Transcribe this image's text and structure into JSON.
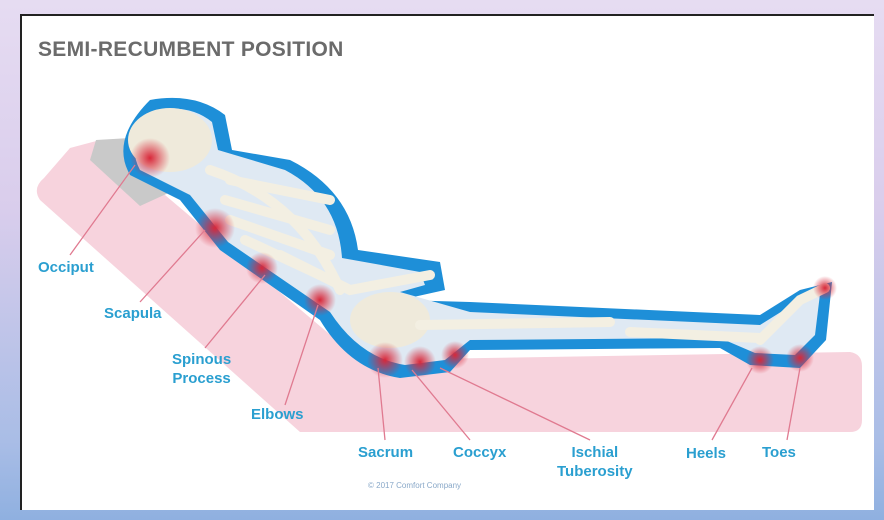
{
  "title": "SEMI-RECUMBENT POSITION",
  "labels": {
    "occiput": "Occiput",
    "scapula": "Scapula",
    "spinous_line1": "Spinous",
    "spinous_line2": "Process",
    "elbows": "Elbows",
    "sacrum": "Sacrum",
    "coccyx": "Coccyx",
    "ischial_line1": "Ischial",
    "ischial_line2": "Tuberosity",
    "heels": "Heels",
    "toes": "Toes"
  },
  "copyright": "© 2017 Comfort Company",
  "colors": {
    "label": "#2a9fd0",
    "body_outline": "#1e8fd8",
    "mattress": "#f7d3dd",
    "pressure": "#d8283a"
  }
}
